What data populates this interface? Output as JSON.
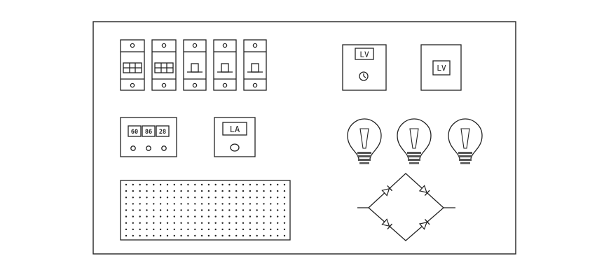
{
  "panel": {
    "breakers": {
      "count": 5,
      "double_style_count": 2
    },
    "meter_lv_timer": {
      "label": "LV",
      "clock_icon": "clock-icon"
    },
    "meter_lv": {
      "label": "LV"
    },
    "digital_display": {
      "digits": [
        "60",
        "86",
        "28"
      ]
    },
    "meter_la": {
      "label": "LA"
    },
    "bulbs": {
      "count": 3
    },
    "breadboard": {
      "rows": 9,
      "cols": 24
    },
    "bridge_rectifier": {
      "diodes": 4
    },
    "colors": {
      "line": "#222222",
      "background": "#ffffff",
      "panel_fill": "#ffffff",
      "bulb_band": "#555555"
    }
  }
}
